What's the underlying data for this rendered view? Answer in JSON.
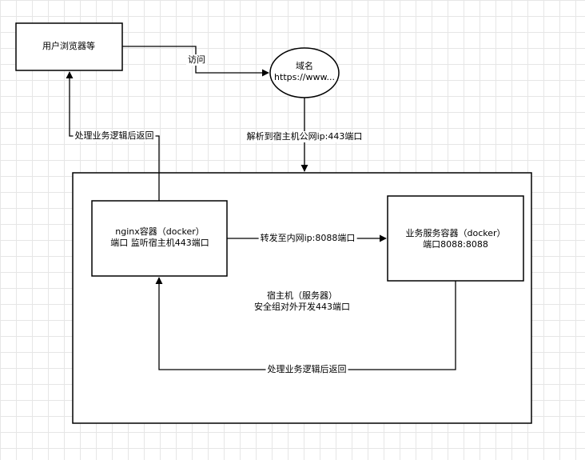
{
  "nodes": {
    "browser": {
      "line1": "用户浏览器等"
    },
    "domain": {
      "line1": "域名",
      "line2": "https://www..."
    },
    "nginx": {
      "line1": "nginx容器（docker）",
      "line2": "端口 监听宿主机443端口"
    },
    "service": {
      "line1": "业务服务容器（docker）",
      "line2": "端口8088:8088"
    },
    "host": {
      "line1": "宿主机（服务器）",
      "line2": "安全组对外开发443端口"
    }
  },
  "edges": {
    "visit": "访问",
    "resolve": "解析到宿主机公网ip:443端口",
    "forward": "转发至内网ip:8088端口",
    "return_inner": "处理业务逻辑后返回",
    "return_outer": "处理业务逻辑后返回"
  }
}
